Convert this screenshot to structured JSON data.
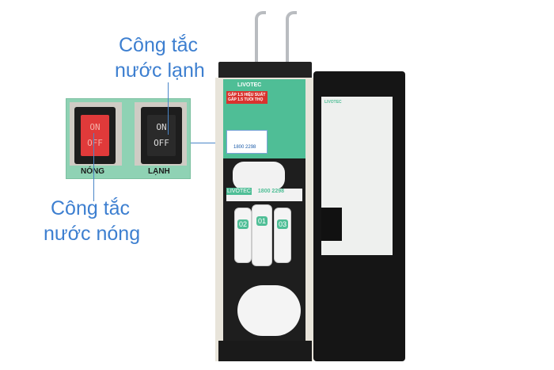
{
  "annotations": {
    "cold_switch": {
      "line1": "Công tắc",
      "line2": "nước lạnh"
    },
    "hot_switch": {
      "line1": "Công tắc",
      "line2": "nước nóng"
    }
  },
  "inset": {
    "hot": {
      "on": "ON",
      "off": "OFF",
      "label": "NÓNG"
    },
    "cold": {
      "on": "ON",
      "off": "OFF",
      "label": "LẠNH"
    }
  },
  "product": {
    "brand": "LIVOTEC",
    "headline1": "GẤP 1.5 HIỆU SUẤT",
    "headline2": "GẤP 1.5 TUỔI THỌ",
    "hotline": "1800 2298",
    "filters": [
      "02",
      "01",
      "03"
    ]
  },
  "colors": {
    "annotation": "#3d7fd0",
    "inset_bg": "#8fd2b4",
    "hot_switch": "#e03a3a",
    "brand_green": "#4fbe96"
  }
}
